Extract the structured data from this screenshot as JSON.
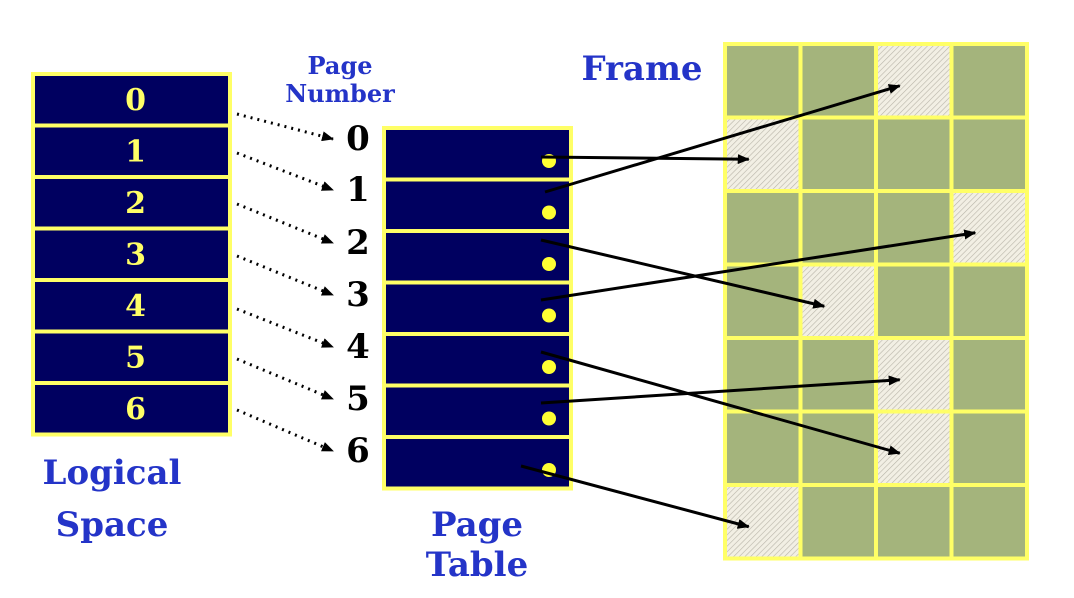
{
  "labels": {
    "page_number_line1": "Page",
    "page_number_line2": "Number",
    "frame": "Frame",
    "logical_line1": "Logical",
    "logical_line2": "Space",
    "page_table_line1": "Page",
    "page_table_line2": "Table"
  },
  "logical_pages": [
    "0",
    "1",
    "2",
    "3",
    "4",
    "5",
    "6"
  ],
  "page_numbers": [
    "0",
    "1",
    "2",
    "3",
    "4",
    "5",
    "6"
  ],
  "frame_grid": {
    "rows": 7,
    "cols": 4,
    "free_cells": [
      [
        0,
        2
      ],
      [
        1,
        0
      ],
      [
        2,
        3
      ],
      [
        3,
        1
      ],
      [
        4,
        2
      ],
      [
        5,
        2
      ],
      [
        6,
        0
      ]
    ]
  },
  "page_table_mapping": [
    {
      "page": 0,
      "frame_cell": [
        1,
        0
      ]
    },
    {
      "page": 1,
      "frame_cell": [
        0,
        2
      ]
    },
    {
      "page": 2,
      "frame_cell": [
        3,
        1
      ]
    },
    {
      "page": 3,
      "frame_cell": [
        2,
        3
      ]
    },
    {
      "page": 4,
      "frame_cell": [
        5,
        2
      ]
    },
    {
      "page": 5,
      "frame_cell": [
        4,
        2
      ]
    },
    {
      "page": 6,
      "frame_cell": [
        6,
        0
      ]
    }
  ],
  "colors": {
    "box_fill": "#000060",
    "box_border": "#ffff66",
    "frame_fill": "#a4b47c",
    "hatch_bg": "#f2efe4",
    "hatch_line": "#b8b4a8",
    "label_blue": "#2434c8",
    "dot": "#ffff33"
  }
}
